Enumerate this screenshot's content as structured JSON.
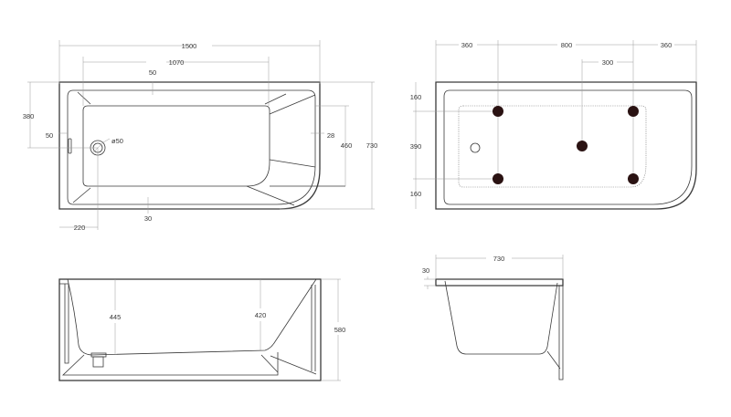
{
  "top_view": {
    "dim_length": "1500",
    "dim_inner_length": "1070",
    "dim_rim_top": "50",
    "dim_drain_y": "380",
    "dim_rim_left": "50",
    "dim_drain_diameter": "ø50",
    "dim_rim_right": "28",
    "dim_inner_width": "460",
    "dim_width": "730",
    "dim_rim_bottom": "30",
    "dim_drain_x": "220"
  },
  "jets_view": {
    "dim_left": "360",
    "dim_middle": "800",
    "dim_right": "360",
    "dim_center_jet": "300",
    "dim_top": "160",
    "dim_between": "390",
    "dim_bottom": "160"
  },
  "side_view": {
    "dim_depth_left": "445",
    "dim_depth_right": "420",
    "dim_height": "580"
  },
  "end_view": {
    "dim_width": "730",
    "dim_rim": "30"
  }
}
